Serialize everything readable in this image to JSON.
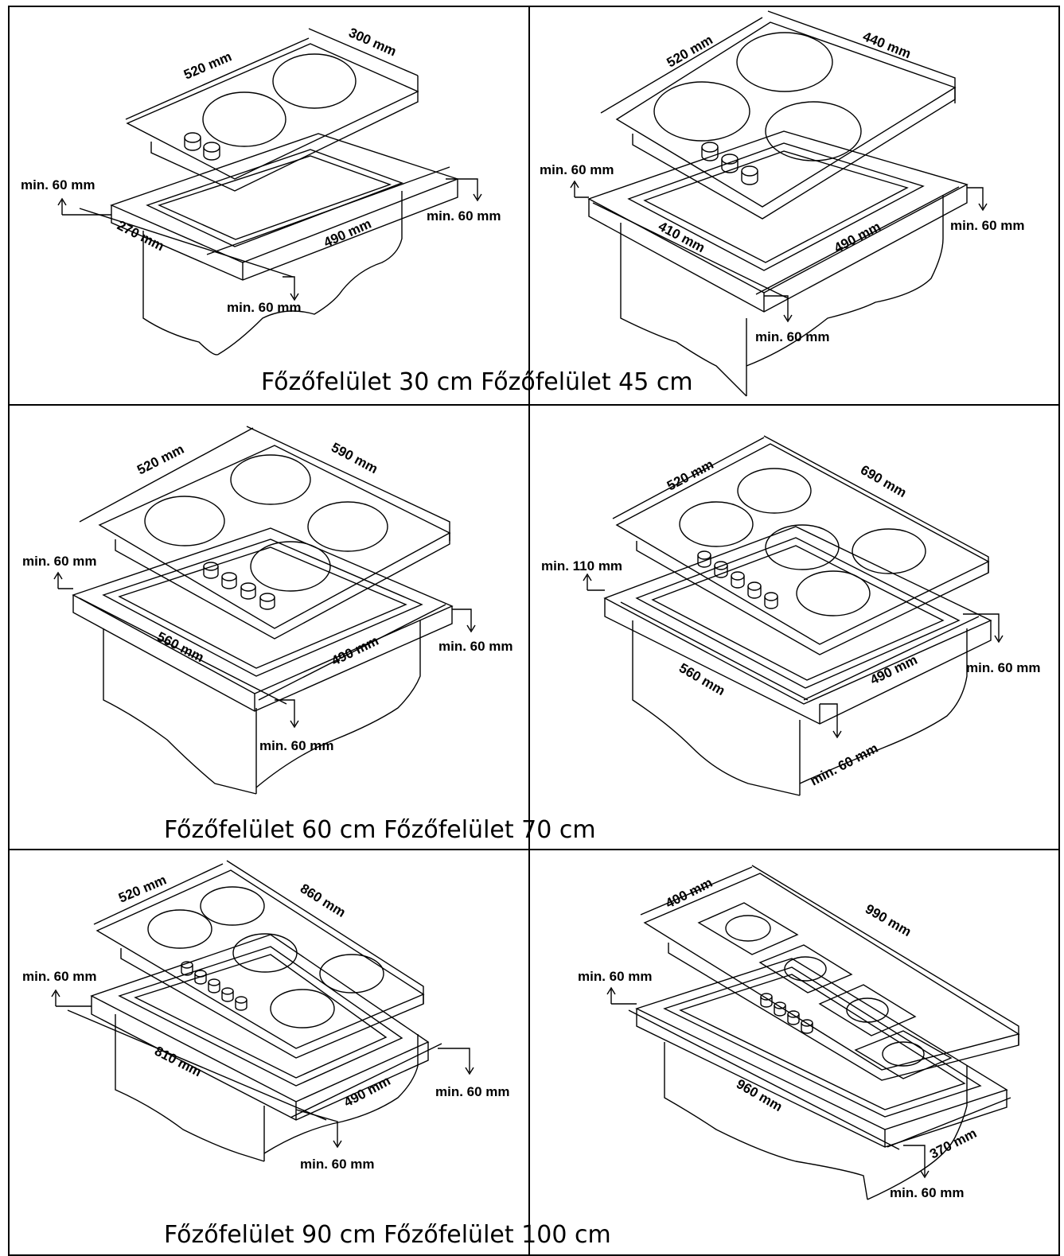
{
  "rows": [
    {
      "caption": "Főzőfelület 30 cm Főzőfelület 45 cm",
      "panels": [
        {
          "name": "hob-30",
          "icon": "cooktop-installation-icon",
          "labels": {
            "top_left": "520 mm",
            "top_right": "300 mm",
            "clearance_left": "min. 60 mm",
            "clearance_right": "min. 60 mm",
            "cutout_front": "270 mm",
            "cutout_depth": "490 mm",
            "clearance_front": "min. 60 mm"
          }
        },
        {
          "name": "hob-45",
          "icon": "cooktop-installation-icon",
          "labels": {
            "top_left": "520 mm",
            "top_right": "440 mm",
            "clearance_left": "min. 60 mm",
            "clearance_right": "min. 60 mm",
            "cutout_front": "410 mm",
            "cutout_depth": "490 mm",
            "clearance_front": "min. 60 mm"
          }
        }
      ]
    },
    {
      "caption": "Főzőfelület 60 cm Főzőfelület 70 cm",
      "panels": [
        {
          "name": "hob-60",
          "icon": "cooktop-installation-icon",
          "labels": {
            "top_left": "520 mm",
            "top_right": "590 mm",
            "clearance_left": "min. 60 mm",
            "clearance_right": "min. 60 mm",
            "cutout_front": "560 mm",
            "cutout_depth": "490 mm",
            "clearance_front": "min. 60 mm"
          }
        },
        {
          "name": "hob-70",
          "icon": "cooktop-installation-icon",
          "labels": {
            "top_left": "520 mm",
            "top_right": "690 mm",
            "clearance_left": "min. 110 mm",
            "clearance_right": "min. 60 mm",
            "cutout_front": "560 mm",
            "cutout_depth": "490 mm",
            "clearance_front": "min. 60 mm"
          }
        }
      ]
    },
    {
      "caption": "Főzőfelület 90 cm Főzőfelület 100 cm",
      "panels": [
        {
          "name": "hob-90",
          "icon": "cooktop-installation-icon",
          "labels": {
            "top_left": "520 mm",
            "top_right": "860 mm",
            "clearance_left": "min. 60 mm",
            "clearance_right": "min. 60 mm",
            "cutout_front": "810 mm",
            "cutout_depth": "490 mm",
            "clearance_front": "min. 60 mm"
          }
        },
        {
          "name": "hob-100",
          "icon": "cooktop-installation-icon",
          "labels": {
            "top_left": "400 mm",
            "top_right": "990 mm",
            "clearance_left": "min. 60 mm",
            "cutout_front": "960 mm",
            "cutout_depth": "370 mm",
            "clearance_front": "min. 60 mm"
          }
        }
      ]
    }
  ]
}
